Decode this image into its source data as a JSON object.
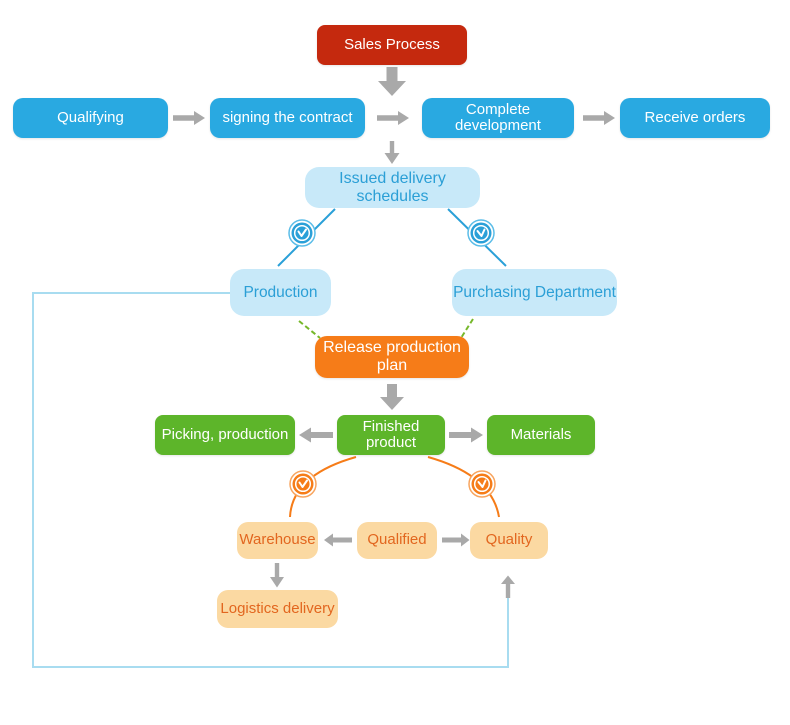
{
  "diagram_title": "Sales Process",
  "colors": {
    "red": "#c5290e",
    "blue": "#29a9e1",
    "light_blue_fill": "#c8e9f9",
    "light_blue_text": "#2b9fd6",
    "orange": "#f67c18",
    "green": "#5db52a",
    "light_orange_fill": "#fbd9a2",
    "light_orange_text": "#e2661f",
    "gray_arrow": "#a9a9a9",
    "loop_line": "#a8dcf0",
    "blue_connector": "#2aa0d8",
    "green_connector": "#76b82a",
    "orange_connector": "#f67c18"
  },
  "nodes": {
    "sales_process": {
      "label": "Sales Process"
    },
    "qualifying": {
      "label": "Qualifying"
    },
    "signing_contract": {
      "label": "signing the contract"
    },
    "complete_development": {
      "label": "Complete development"
    },
    "receive_orders": {
      "label": "Receive orders"
    },
    "issued_delivery": {
      "label": "Issued delivery schedules"
    },
    "production": {
      "label": "Production"
    },
    "purchasing": {
      "label": "Purchasing Department"
    },
    "release_plan": {
      "label": "Release production plan"
    },
    "picking_production": {
      "label": "Picking, production"
    },
    "finished_product": {
      "label": "Finished product"
    },
    "materials": {
      "label": "Materials"
    },
    "warehouse": {
      "label": "Warehouse"
    },
    "qualified": {
      "label": "Qualified"
    },
    "quality": {
      "label": "Quality"
    },
    "logistics_delivery": {
      "label": "Logistics delivery"
    }
  },
  "icons": {
    "clock_blue_left": "clock-icon",
    "clock_blue_right": "clock-icon",
    "clock_orange_left": "clock-icon",
    "clock_orange_right": "clock-icon"
  }
}
